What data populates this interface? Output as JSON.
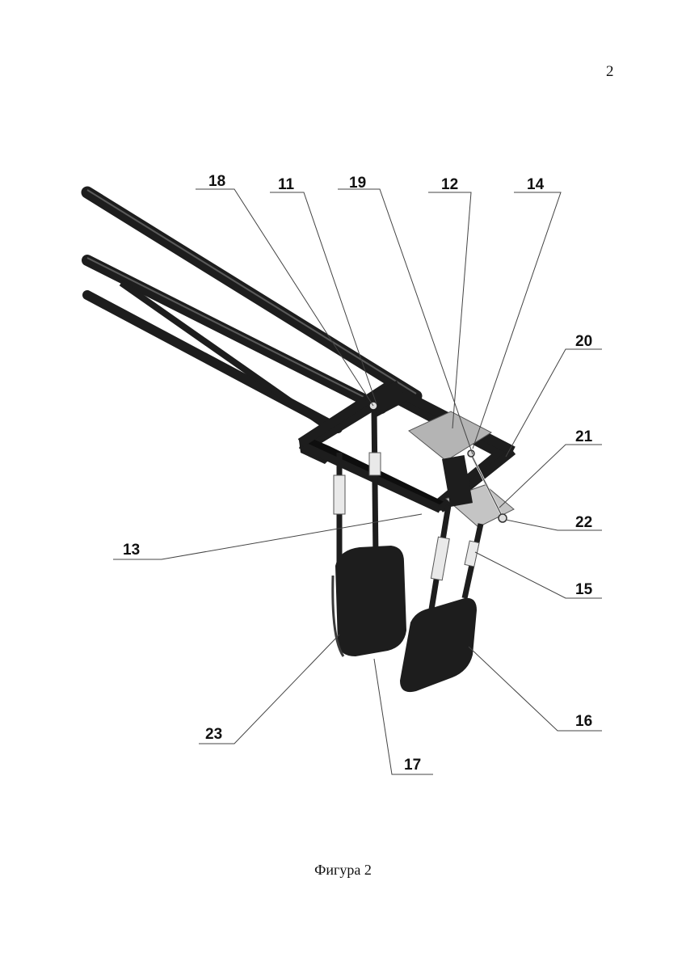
{
  "page": {
    "number": "2"
  },
  "caption": "Фигура 2",
  "colors": {
    "tube": "#1d1d1d",
    "tube_highlight": "#5a5a5a",
    "plate": "#b4b4b4",
    "wrap": "#e9e9e9",
    "leader": "#444444"
  },
  "callouts": {
    "c18": "18",
    "c11": "11",
    "c19": "19",
    "c12": "12",
    "c14": "14",
    "c20": "20",
    "c21": "21",
    "c22": "22",
    "c13": "13",
    "c15": "15",
    "c16": "16",
    "c23": "23",
    "c17": "17"
  }
}
